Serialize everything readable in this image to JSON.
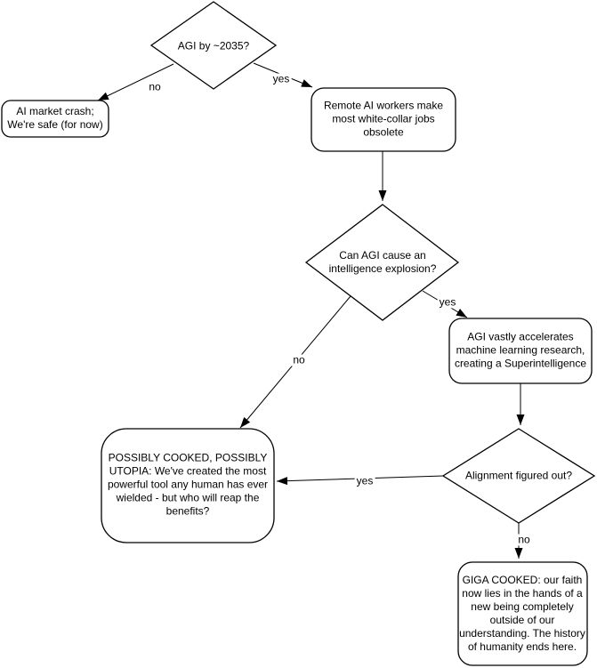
{
  "diagram": {
    "type": "flowchart",
    "background_color": "#ffffff",
    "shape_fill_color": "#ffffff",
    "stroke_color": "#000000",
    "text_color": "#000000",
    "nodes": {
      "agi_2035": {
        "shape": "decision-diamond",
        "label": "AGI by ~2035?"
      },
      "market_crash": {
        "shape": "rounded-rectangle",
        "label": "AI market crash;\nWe're safe (for now)"
      },
      "remote_workers": {
        "shape": "rounded-rectangle",
        "label": "Remote AI workers make\nmost white-collar jobs\nobsolete"
      },
      "intelligence_explosion": {
        "shape": "decision-diamond",
        "label": "Can AGI cause an\nintelligence explosion?"
      },
      "superintelligence": {
        "shape": "rounded-rectangle",
        "label": "AGI vastly accelerates\nmachine learning research,\ncreating a Superintelligence"
      },
      "alignment": {
        "shape": "decision-diamond",
        "label": "Alignment figured out?"
      },
      "possibly_cooked": {
        "shape": "rounded-rectangle",
        "label": "POSSIBLY COOKED, POSSIBLY\nUTOPIA: We've created the most\npowerful tool any human has ever\nwielded - but who will reap the\nbenefits?"
      },
      "giga_cooked": {
        "shape": "rounded-rectangle",
        "label": "GIGA COOKED: our faith\nnow lies in the hands of a\nnew being completely\noutside of our\nunderstanding. The history\nof humanity ends here."
      }
    },
    "edges": {
      "agi_no": {
        "from": "agi_2035",
        "to": "market_crash",
        "label": "no"
      },
      "agi_yes": {
        "from": "agi_2035",
        "to": "remote_workers",
        "label": "yes"
      },
      "remote_to_explosion": {
        "from": "remote_workers",
        "to": "intelligence_explosion",
        "label": ""
      },
      "explosion_yes": {
        "from": "intelligence_explosion",
        "to": "superintelligence",
        "label": "yes"
      },
      "explosion_no": {
        "from": "intelligence_explosion",
        "to": "possibly_cooked",
        "label": "no"
      },
      "super_to_alignment": {
        "from": "superintelligence",
        "to": "alignment",
        "label": ""
      },
      "alignment_yes": {
        "from": "alignment",
        "to": "possibly_cooked",
        "label": "yes"
      },
      "alignment_no": {
        "from": "alignment",
        "to": "giga_cooked",
        "label": "no"
      }
    }
  }
}
